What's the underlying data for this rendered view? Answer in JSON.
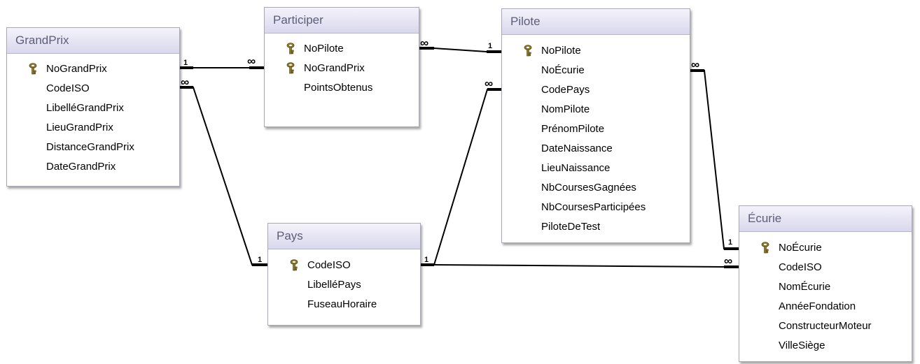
{
  "tables": {
    "grandprix": {
      "title": "GrandPrix",
      "fields": [
        {
          "name": "NoGrandPrix",
          "key": true
        },
        {
          "name": "CodeISO",
          "key": false
        },
        {
          "name": "LibelléGrandPrix",
          "key": false
        },
        {
          "name": "LieuGrandPrix",
          "key": false
        },
        {
          "name": "DistanceGrandPrix",
          "key": false
        },
        {
          "name": "DateGrandPrix",
          "key": false
        }
      ]
    },
    "participer": {
      "title": "Participer",
      "fields": [
        {
          "name": "NoPilote",
          "key": true
        },
        {
          "name": "NoGrandPrix",
          "key": true
        },
        {
          "name": "PointsObtenus",
          "key": false
        }
      ]
    },
    "pilote": {
      "title": "Pilote",
      "fields": [
        {
          "name": "NoPilote",
          "key": true
        },
        {
          "name": "NoÉcurie",
          "key": false
        },
        {
          "name": "CodePays",
          "key": false
        },
        {
          "name": "NomPilote",
          "key": false
        },
        {
          "name": "PrénomPilote",
          "key": false
        },
        {
          "name": "DateNaissance",
          "key": false
        },
        {
          "name": "LieuNaissance",
          "key": false
        },
        {
          "name": "NbCoursesGagnées",
          "key": false
        },
        {
          "name": "NbCoursesParticipées",
          "key": false
        },
        {
          "name": "PiloteDeTest",
          "key": false
        }
      ]
    },
    "pays": {
      "title": "Pays",
      "fields": [
        {
          "name": "CodeISO",
          "key": true
        },
        {
          "name": "LibelléPays",
          "key": false
        },
        {
          "name": "FuseauHoraire",
          "key": false
        }
      ]
    },
    "ecurie": {
      "title": "Écurie",
      "fields": [
        {
          "name": "NoÉcurie",
          "key": true
        },
        {
          "name": "CodeISO",
          "key": false
        },
        {
          "name": "NomÉcurie",
          "key": false
        },
        {
          "name": "AnnéeFondation",
          "key": false
        },
        {
          "name": "ConstructeurMoteur",
          "key": false
        },
        {
          "name": "VilleSiège",
          "key": false
        }
      ]
    }
  },
  "relationships": [
    {
      "from": "GrandPrix.NoGrandPrix",
      "to": "Participer.NoGrandPrix",
      "from_cardinality": "1",
      "to_cardinality": "∞"
    },
    {
      "from": "Pilote.NoPilote",
      "to": "Participer.NoPilote",
      "from_cardinality": "1",
      "to_cardinality": "∞"
    },
    {
      "from": "Pays.CodeISO",
      "to": "GrandPrix.CodeISO",
      "from_cardinality": "1",
      "to_cardinality": "∞"
    },
    {
      "from": "Pays.CodeISO",
      "to": "Pilote.CodePays",
      "from_cardinality": "1",
      "to_cardinality": "∞"
    },
    {
      "from": "Pays.CodeISO",
      "to": "Écurie.CodeISO",
      "from_cardinality": "1",
      "to_cardinality": "∞"
    },
    {
      "from": "Écurie.NoÉcurie",
      "to": "Pilote.NoÉcurie",
      "from_cardinality": "1",
      "to_cardinality": "∞"
    }
  ],
  "colors": {
    "header_text": "#5d5d7a",
    "line": "#000000",
    "key_icon": "#8a7a2a"
  }
}
